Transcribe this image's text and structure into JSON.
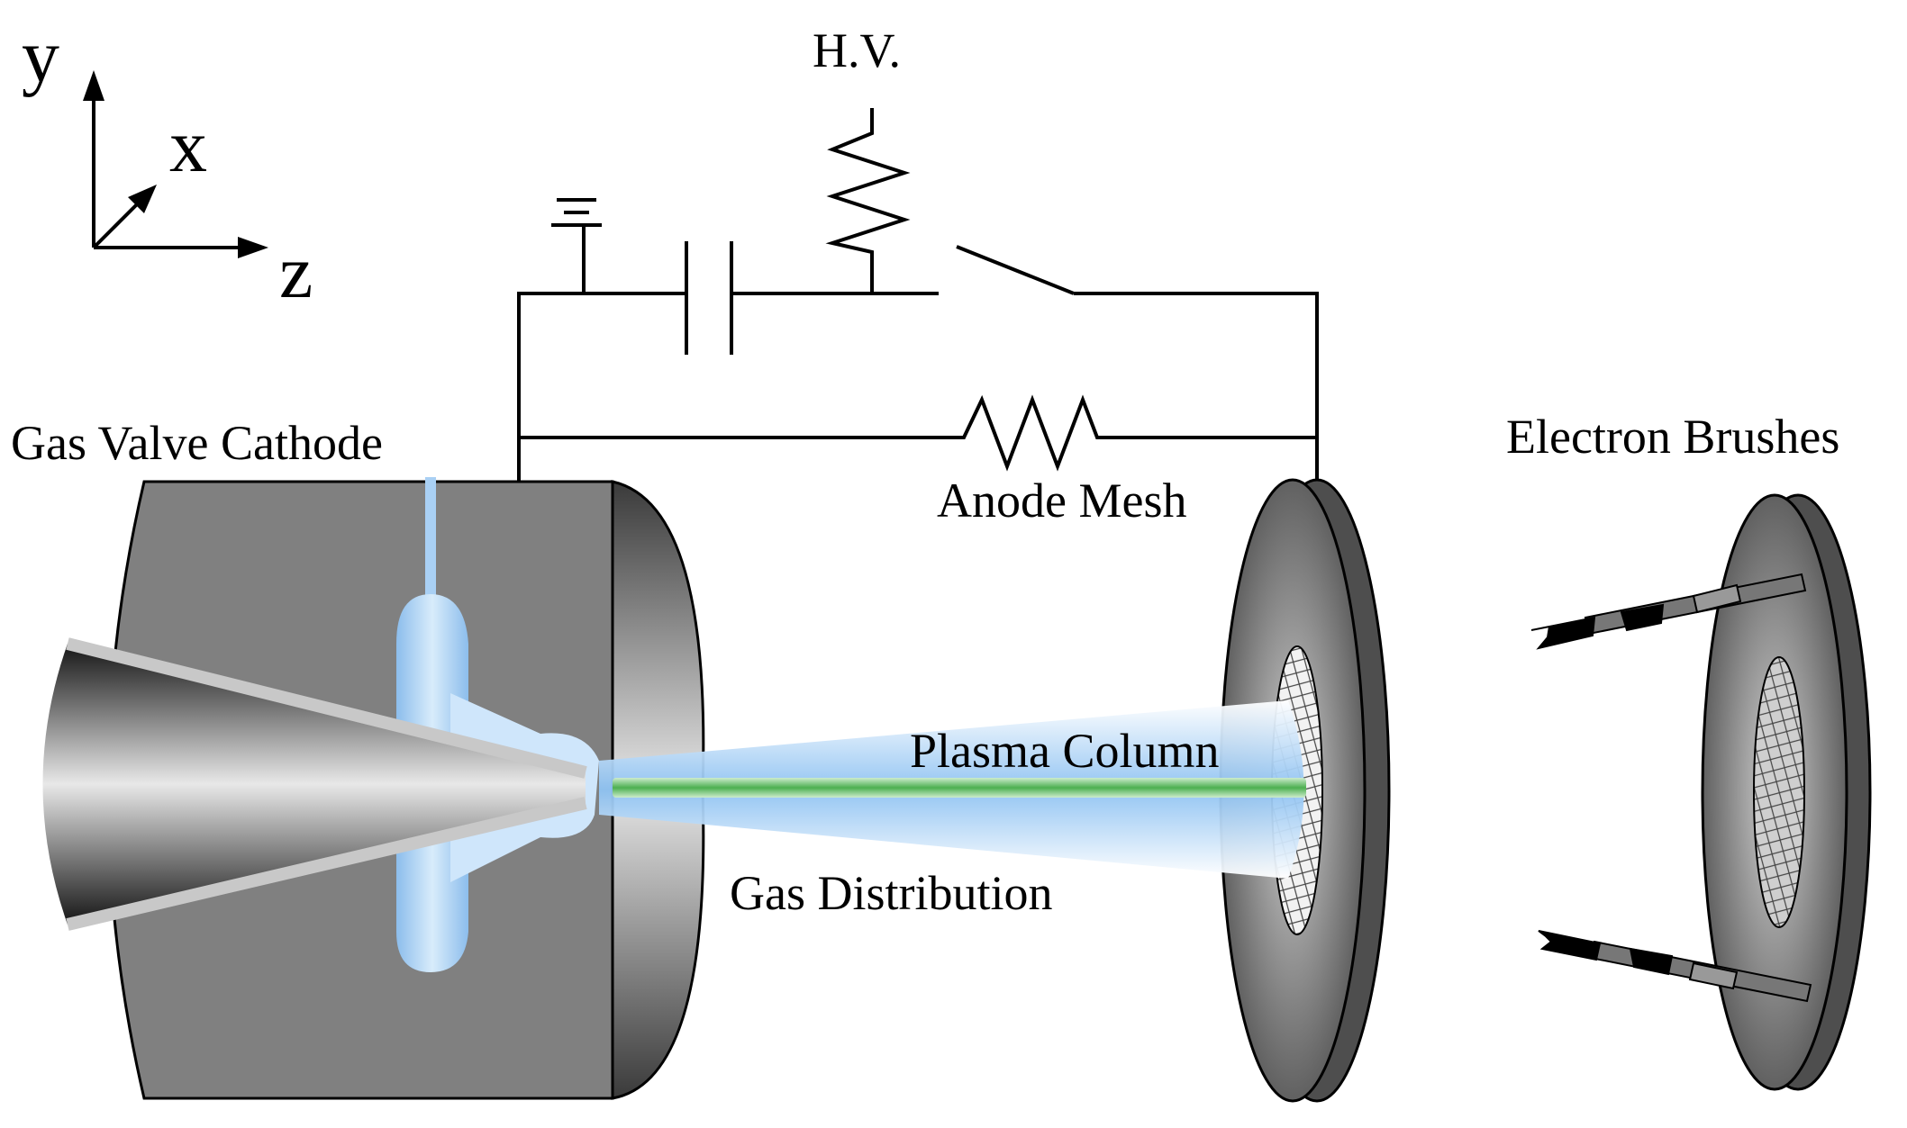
{
  "axes": {
    "y": "y",
    "x": "x",
    "z": "z"
  },
  "labels": {
    "hv": "H.V.",
    "cathode": "Gas Valve Cathode",
    "anode": "Anode Mesh",
    "brushes": "Electron Brushes",
    "plasma": "Plasma Column",
    "gas": "Gas Distribution"
  },
  "colors": {
    "cathode_body": "#808080",
    "gas": "#9cc8f0",
    "plasma": "#4caf50",
    "disk": "#6a6a6a"
  }
}
